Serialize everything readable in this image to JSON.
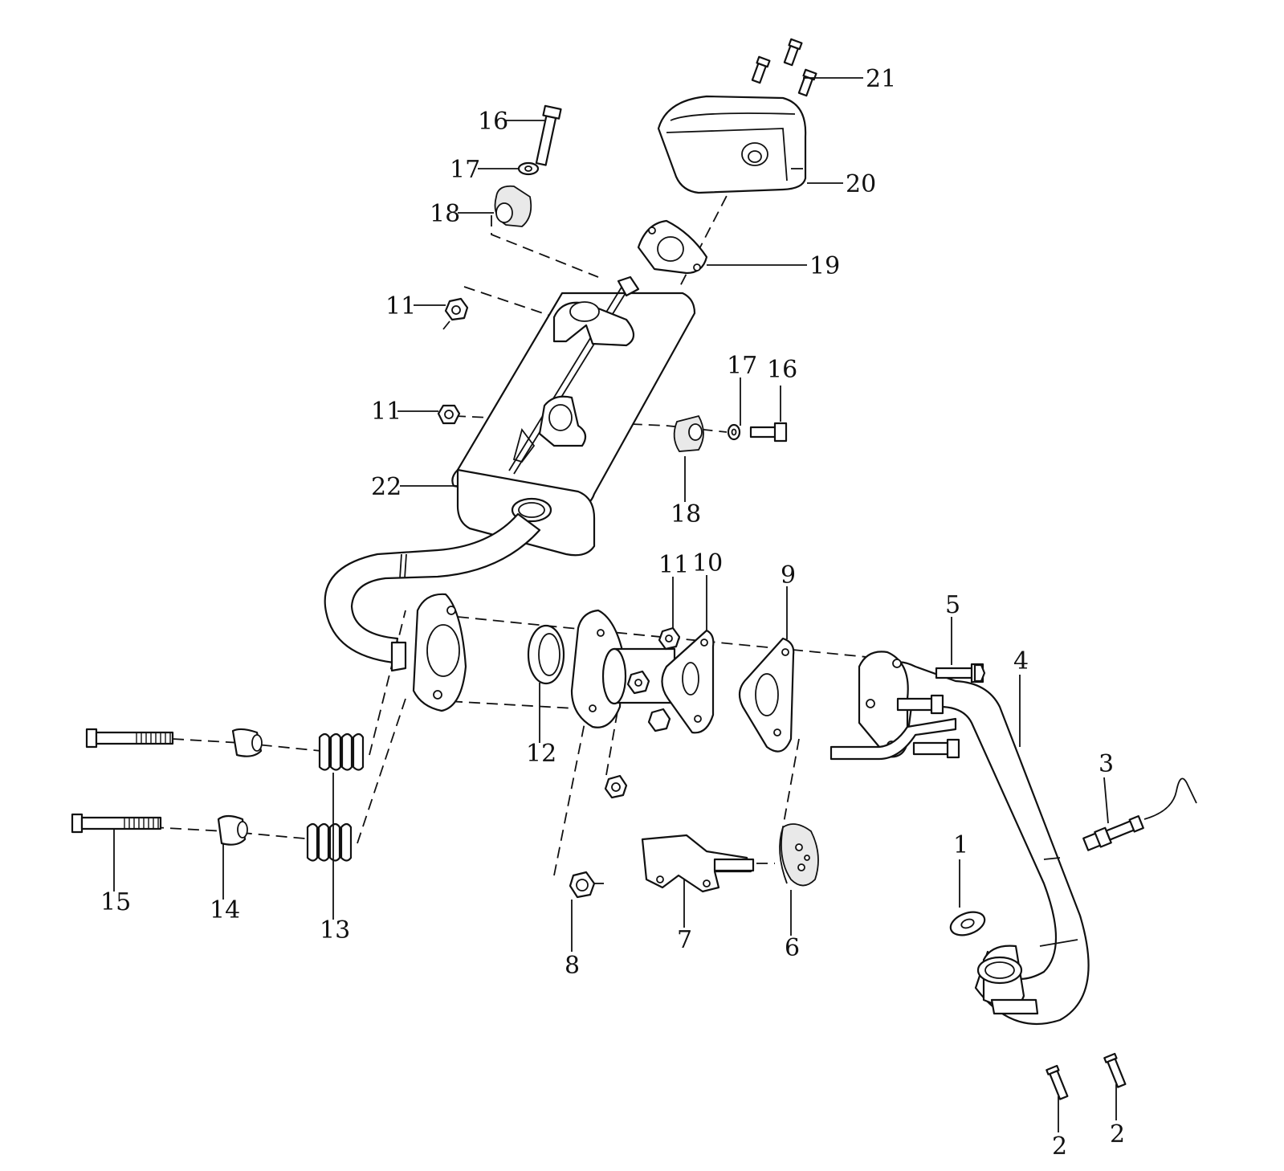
{
  "callouts": [
    {
      "id": "c1",
      "text": "1"
    },
    {
      "id": "c2a",
      "text": "2"
    },
    {
      "id": "c2b",
      "text": "2"
    },
    {
      "id": "c3",
      "text": "3"
    },
    {
      "id": "c4",
      "text": "4"
    },
    {
      "id": "c5",
      "text": "5"
    },
    {
      "id": "c6",
      "text": "6"
    },
    {
      "id": "c7",
      "text": "7"
    },
    {
      "id": "c8",
      "text": "8"
    },
    {
      "id": "c9",
      "text": "9"
    },
    {
      "id": "c10",
      "text": "10"
    },
    {
      "id": "c11a",
      "text": "11"
    },
    {
      "id": "c11b",
      "text": "11"
    },
    {
      "id": "c11c",
      "text": "11"
    },
    {
      "id": "c12",
      "text": "12"
    },
    {
      "id": "c13",
      "text": "13"
    },
    {
      "id": "c14",
      "text": "14"
    },
    {
      "id": "c15",
      "text": "15"
    },
    {
      "id": "c16a",
      "text": "16"
    },
    {
      "id": "c16b",
      "text": "16"
    },
    {
      "id": "c17a",
      "text": "17"
    },
    {
      "id": "c17b",
      "text": "17"
    },
    {
      "id": "c18a",
      "text": "18"
    },
    {
      "id": "c18b",
      "text": "18"
    },
    {
      "id": "c19",
      "text": "19"
    },
    {
      "id": "c20",
      "text": "20"
    },
    {
      "id": "c21",
      "text": "21"
    },
    {
      "id": "c22",
      "text": "22"
    }
  ]
}
